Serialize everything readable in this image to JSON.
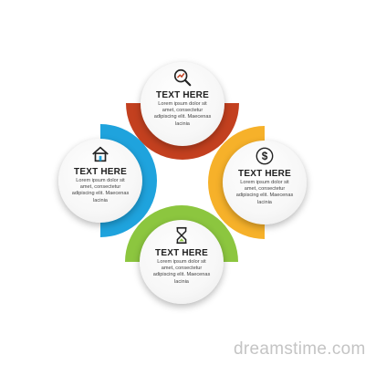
{
  "colors": {
    "top": "#c3401f",
    "left": "#1fa3dd",
    "right": "#f6b12a",
    "bottom": "#8cc63f"
  },
  "nodes": [
    {
      "id": "top",
      "icon": "search-chart-icon",
      "title": "TEXT HERE",
      "body": "Lorem ipsum dolor sit amet, consectetur adipiscing elit. Maecenas lacinia"
    },
    {
      "id": "left",
      "icon": "house-icon",
      "title": "TEXT HERE",
      "body": "Lorem ipsum dolor sit amet, consectetur adipiscing elit. Maecenas lacinia"
    },
    {
      "id": "right",
      "icon": "dollar-icon",
      "title": "TEXT HERE",
      "body": "Lorem ipsum dolor sit amet, consectetur adipiscing elit. Maecenas lacinia"
    },
    {
      "id": "bottom",
      "icon": "hourglass-icon",
      "title": "TEXT HERE",
      "body": "Lorem ipsum dolor sit amet, consectetur adipiscing elit. Maecenas lacinia"
    }
  ],
  "watermark": "dreamstime.com"
}
